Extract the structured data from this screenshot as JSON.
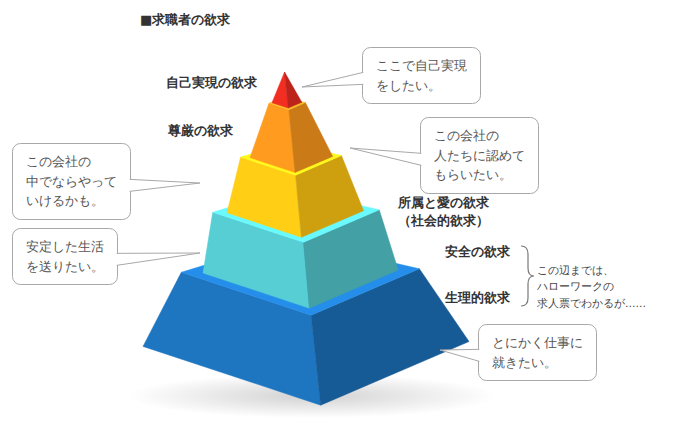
{
  "diagram": {
    "title": "■求職者の欲求",
    "nodes": [
      {
        "text": [
          "ここで自己実現 をしたい。"
        ]
      },
      {
        "text": [
          "自己実現の欲求"
        ]
      },
      {
        "text": [
          "尊厳の欲求"
        ]
      },
      {
        "text": [
          "この会社の 人たちに認めて もらいたい。"
        ]
      },
      {
        "text": [
          "この会社の 中でならやって いけるかも。"
        ]
      },
      {
        "text": [
          "所属と愛の欲求 （社会的欲求）"
        ]
      },
      {
        "text": [
          "安定した生活 を送りたい。"
        ]
      },
      {
        "text": [
          "安全の欲求"
        ]
      },
      {
        "text": [
          "生理的欲求"
        ]
      },
      {
        "text": [
          "とにかく仕事に 就きたい。"
        ]
      }
    ],
    "labels": [
      "この辺までは、ハローワークの 求人票でわかるが……"
    ]
  }
}
